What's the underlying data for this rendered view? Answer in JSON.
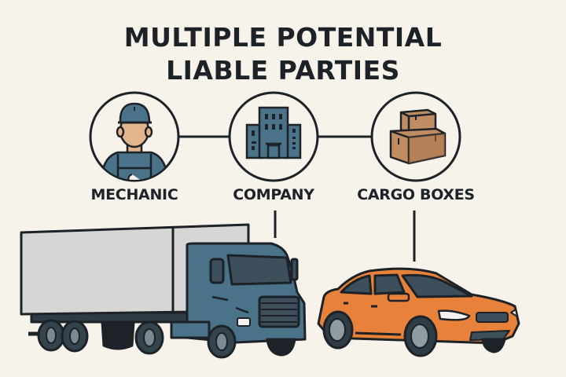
{
  "title": {
    "line1": "MULTIPLE POTENTIAL",
    "line2": "LIABLE PARTIES"
  },
  "parties": [
    {
      "label": "MECHANIC",
      "icon": "mechanic-icon"
    },
    {
      "label": "COMPANY",
      "icon": "office-building-icon"
    },
    {
      "label": "CARGO BOXES",
      "icon": "cardboard-boxes-icon"
    }
  ],
  "vehicles": [
    {
      "name": "semi-truck",
      "icon": "truck-icon"
    },
    {
      "name": "car",
      "icon": "car-icon"
    }
  ],
  "colors": {
    "background": "#f8f3ea",
    "ink": "#1c2227",
    "blue": "#4a7389",
    "skin": "#e2b58a",
    "box": "#c08c62",
    "trailer": "#d6d6d4",
    "car_orange": "#e8823a",
    "glass": "#3c4f5a"
  }
}
